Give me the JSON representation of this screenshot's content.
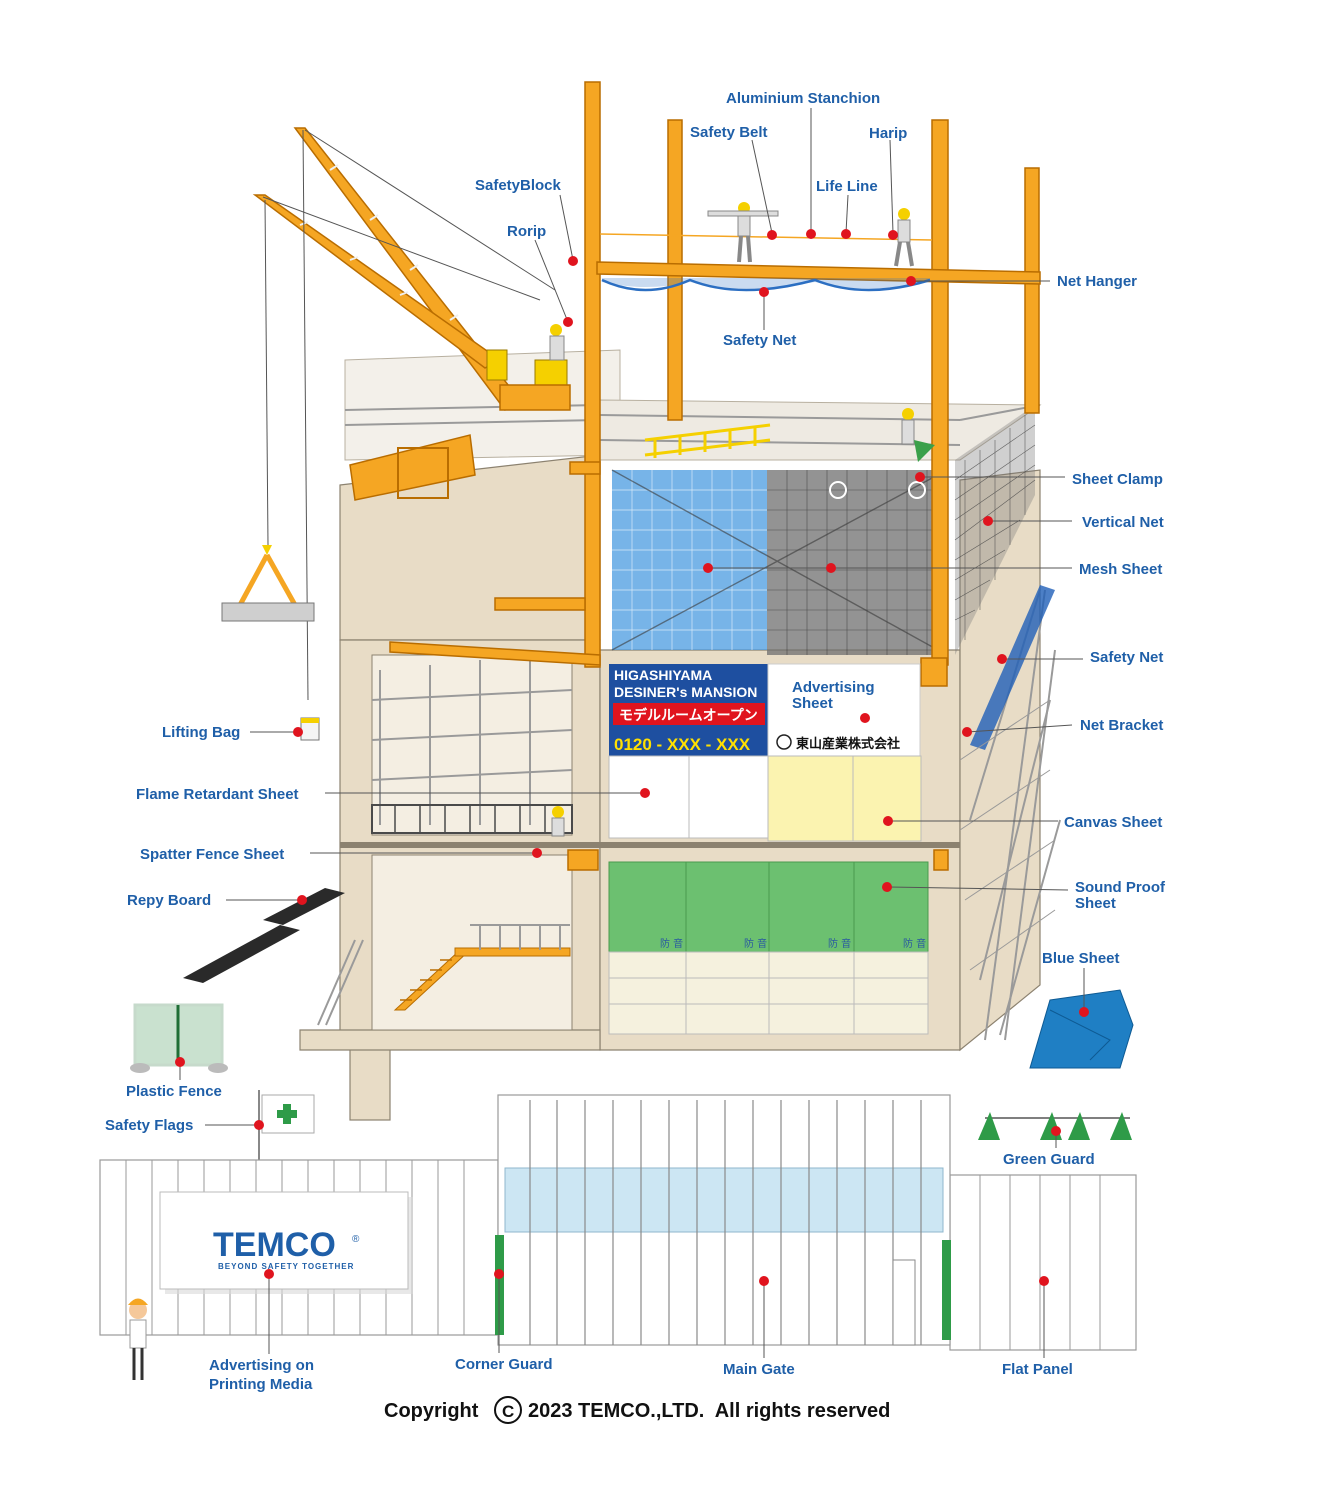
{
  "labels": {
    "aluminium_stanchion": "Aluminium Stanchion",
    "safety_belt": "Safety Belt",
    "harip": "Harip",
    "safety_block": "SafetyBlock",
    "life_line": "Life Line",
    "rorip": "Rorip",
    "net_hanger": "Net Hanger",
    "safety_net_top": "Safety Net",
    "sheet_clamp": "Sheet Clamp",
    "vertical_net": "Vertical Net",
    "mesh_sheet": "Mesh Sheet",
    "safety_net_side": "Safety Net",
    "advertising_sheet_1": "Advertising",
    "advertising_sheet_2": "Sheet",
    "net_bracket": "Net Bracket",
    "lifting_bag": "Lifting Bag",
    "flame_retardant_sheet": "Flame Retardant Sheet",
    "canvas_sheet": "Canvas Sheet",
    "spatter_fence_sheet": "Spatter Fence Sheet",
    "sound_proof_sheet_1": "Sound Proof",
    "sound_proof_sheet_2": "Sheet",
    "repy_board": "Repy Board",
    "blue_sheet": "Blue Sheet",
    "plastic_fence": "Plastic Fence",
    "safety_flags": "Safety Flags",
    "green_guard": "Green Guard",
    "advertising_printing_1": "Advertising on",
    "advertising_printing_2": "Printing Media",
    "corner_guard": "Corner Guard",
    "main_gate": "Main Gate",
    "flat_panel": "Flat Panel"
  },
  "billboard": {
    "line1": "HIGASHIYAMA",
    "line2": "DESINER's MANSION",
    "jp_line": "モデルルームオープン",
    "phone": "0120 - XXX - XXX",
    "company_jp": "東山産業株式会社"
  },
  "soundproof_mark": "防 音",
  "logo": {
    "brand": "TEMCO",
    "registered": "®",
    "tagline": "BEYOND SAFETY TOGETHER"
  },
  "copyright": {
    "prefix": "Copyright",
    "symbol": "C",
    "text": "2023 TEMCO.,LTD.  All rights reserved"
  },
  "colors": {
    "label": "#1f5fa8",
    "dot": "#e0141e",
    "steel": "#f5a623",
    "billboard_blue": "#1e4fa0",
    "billboard_red": "#e0141e",
    "billboard_yellow": "#ffe000",
    "canvas_yellow": "#fbf3b0",
    "soundproof_green": "#6cc070",
    "blue_sheet": "#1f7fc4"
  }
}
